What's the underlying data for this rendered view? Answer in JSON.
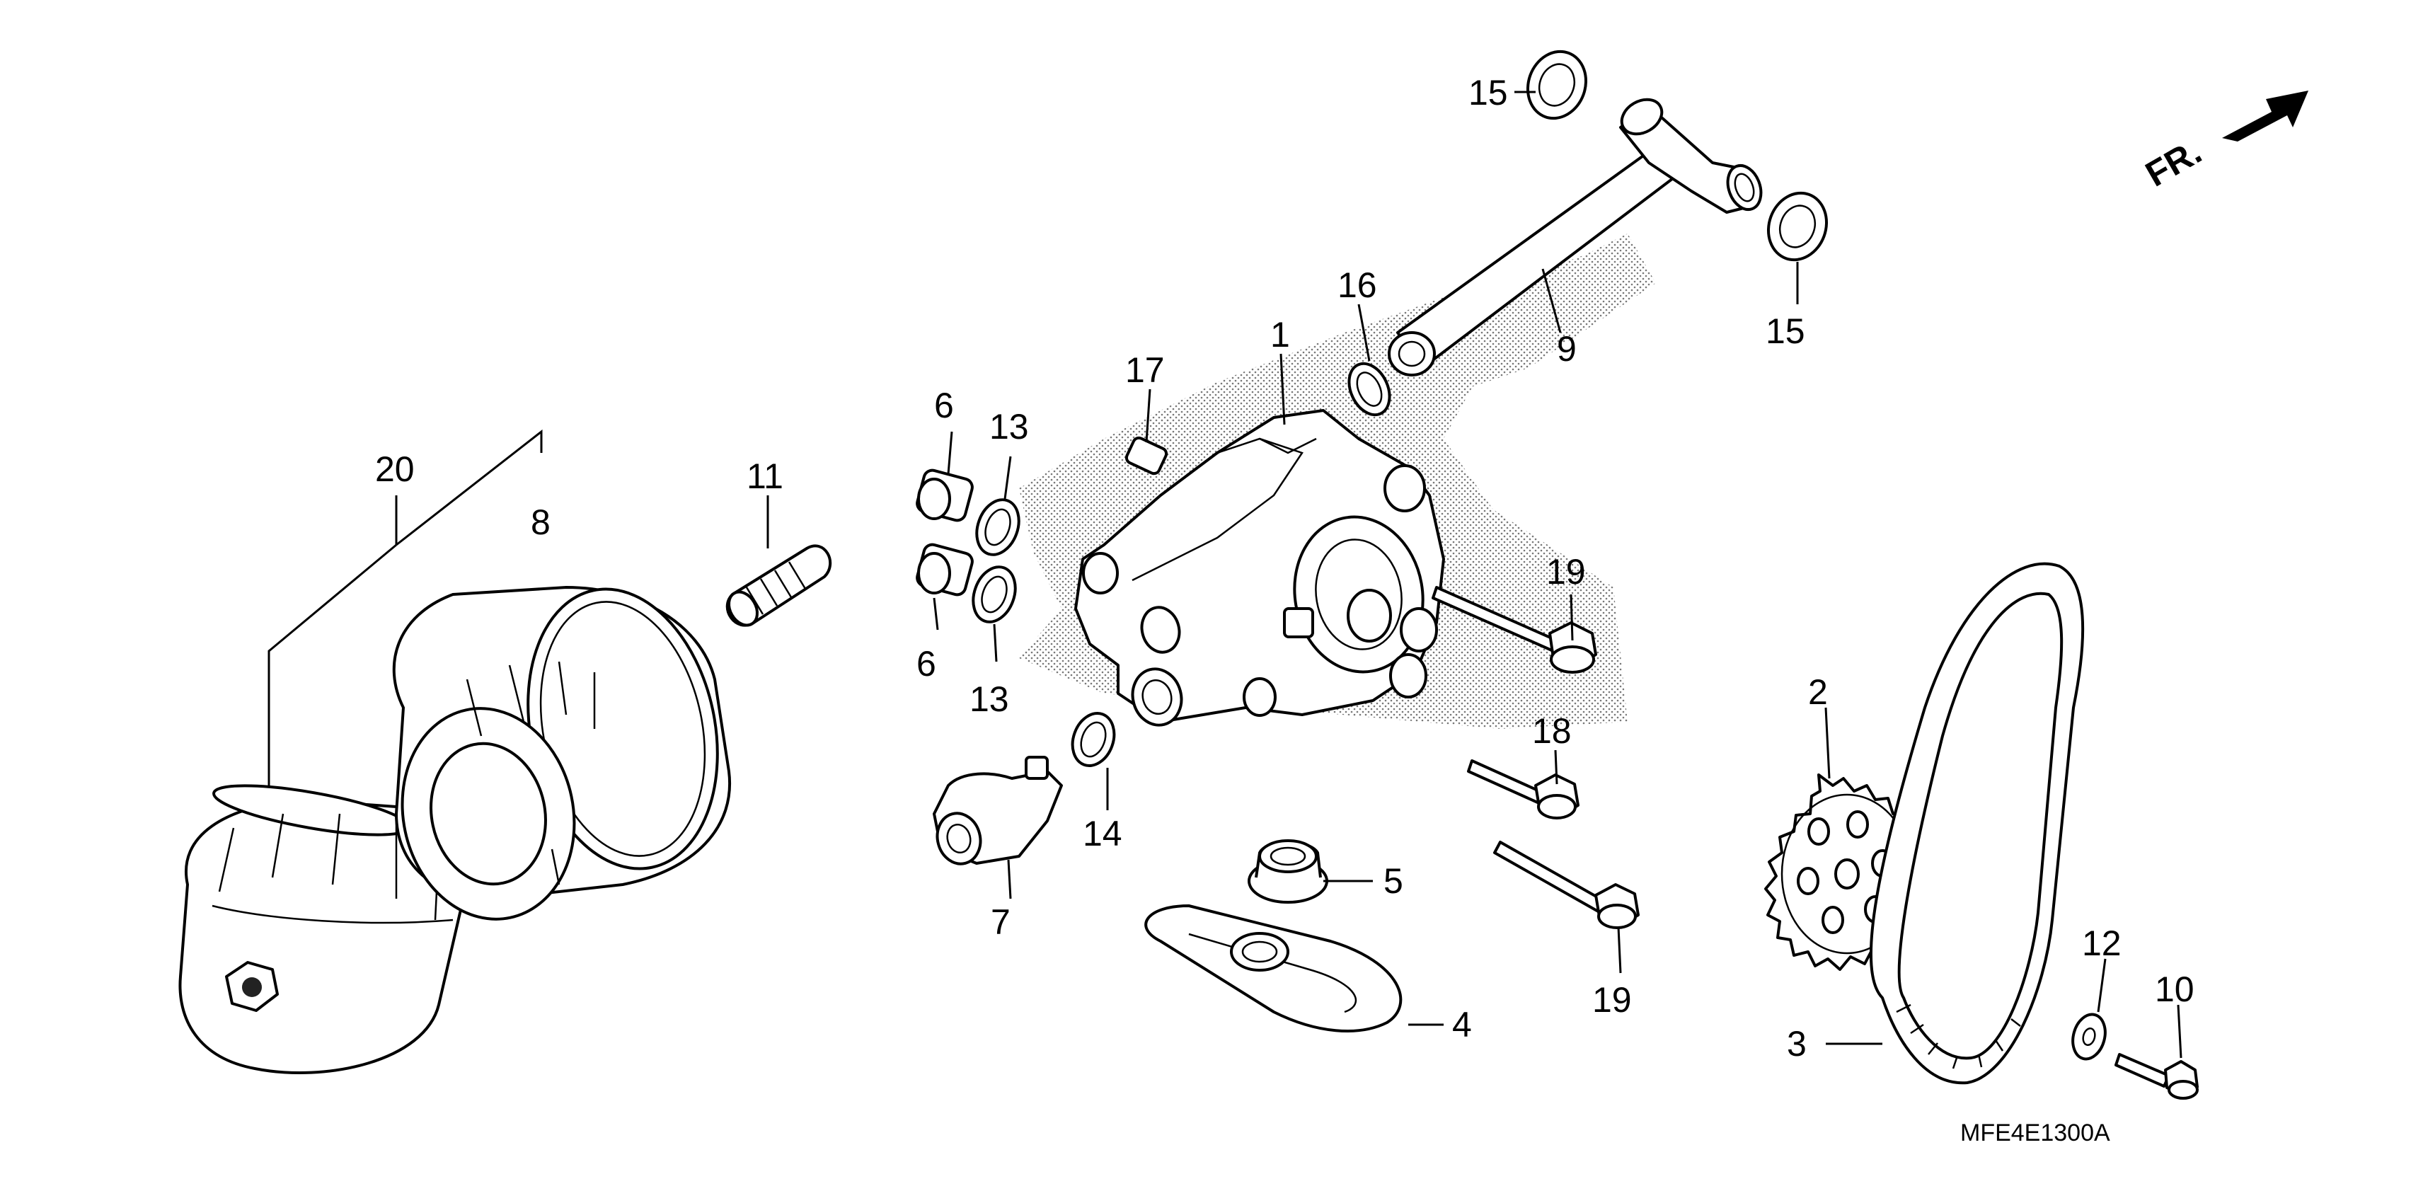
{
  "diagram": {
    "direction_indicator": "FR.",
    "figure_code": "MFE4E1300A",
    "callouts": {
      "c1": "1",
      "c2": "2",
      "c3": "3",
      "c4": "4",
      "c5": "5",
      "c6a": "6",
      "c6b": "6",
      "c7": "7",
      "c8": "8",
      "c9": "9",
      "c10": "10",
      "c11": "11",
      "c12": "12",
      "c13a": "13",
      "c13b": "13",
      "c14": "14",
      "c15a": "15",
      "c15b": "15",
      "c16": "16",
      "c17": "17",
      "c18": "18",
      "c19a": "19",
      "c19b": "19",
      "c20": "20"
    }
  }
}
